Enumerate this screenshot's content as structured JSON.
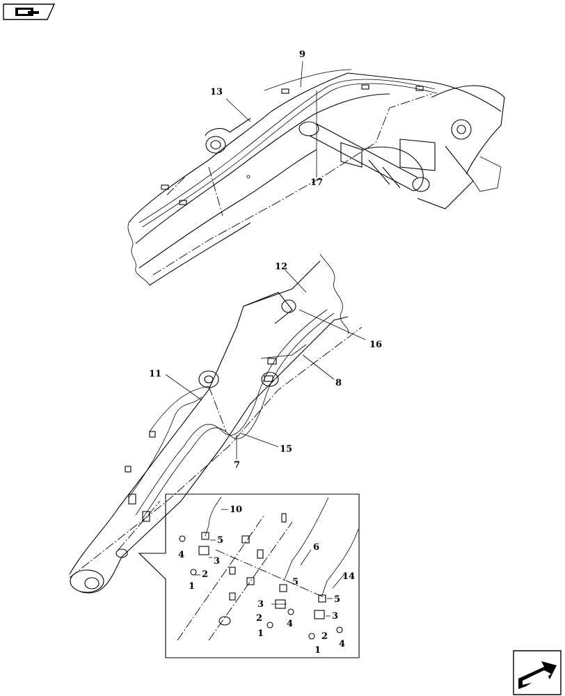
{
  "callouts": {
    "c9": "9",
    "c13": "13",
    "c17": "17",
    "c12": "12",
    "c16": "16",
    "c8": "8",
    "c11": "11",
    "c15": "15",
    "c7": "7",
    "c10": "10",
    "c6": "6",
    "c14": "14",
    "d_5a": "5",
    "d_4a": "4",
    "d_3a": "3",
    "d_2a": "2",
    "d_1a": "1",
    "d_5b": "5",
    "d_3b": "3",
    "d_2b": "2",
    "d_1b": "1",
    "d_4b": "4",
    "d_5c": "5",
    "d_3c": "3",
    "d_2c": "2",
    "d_4c": "4",
    "d_1c": "1"
  },
  "icons": {
    "top_left": "book-page-nav-icon",
    "bottom_right": "next-page-arrow-icon"
  }
}
